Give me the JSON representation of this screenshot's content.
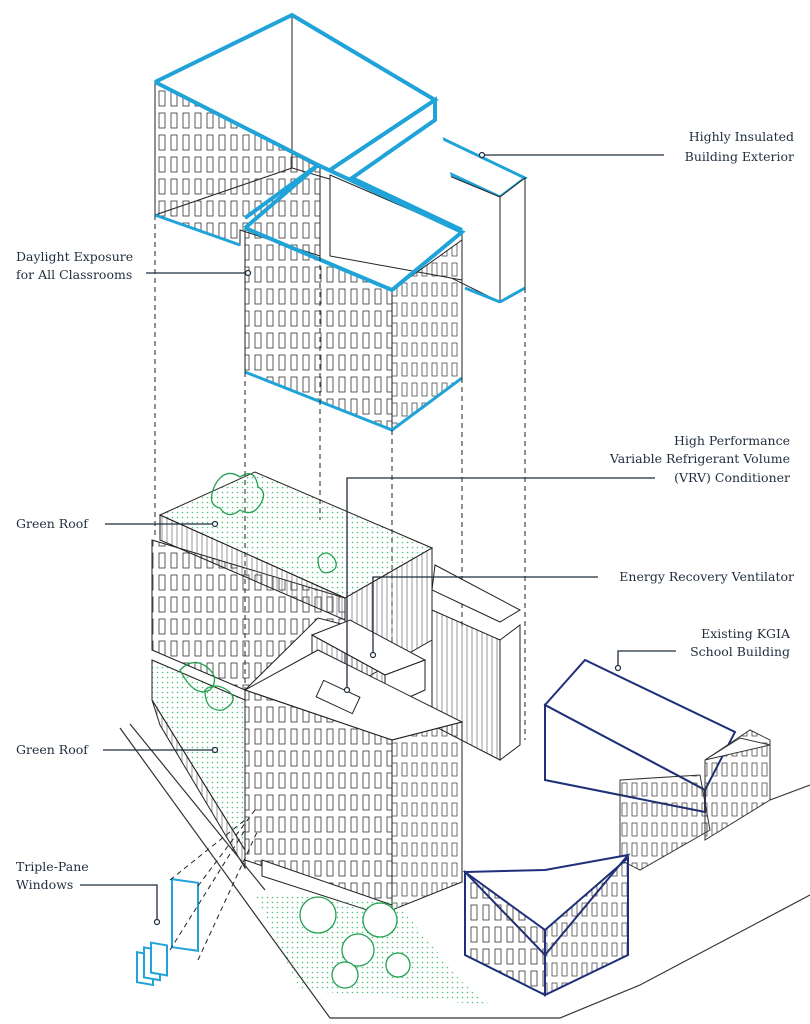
{
  "colors": {
    "accent_blue": "#1fa3d8",
    "existing_navy": "#1f2f7a",
    "line": "#1a1a1a",
    "green_dot": "#4bc47a",
    "tree": "#22a150",
    "leader": "#1f2d3d"
  },
  "labels": {
    "highly_insulated": [
      "Highly Insulated",
      "Building Exterior"
    ],
    "daylight": [
      "Daylight Exposure",
      "for All Classrooms"
    ],
    "vrv": [
      "High Performance",
      "Variable Refrigerant Volume",
      "(VRV) Conditioner"
    ],
    "green_roof_top": "Green Roof",
    "erv": "Energy Recovery Ventilator",
    "existing_kgia": [
      "Existing KGIA",
      "School Building"
    ],
    "green_roof_lower": "Green Roof",
    "triple_pane": [
      "Triple-Pane",
      "Windows"
    ]
  }
}
